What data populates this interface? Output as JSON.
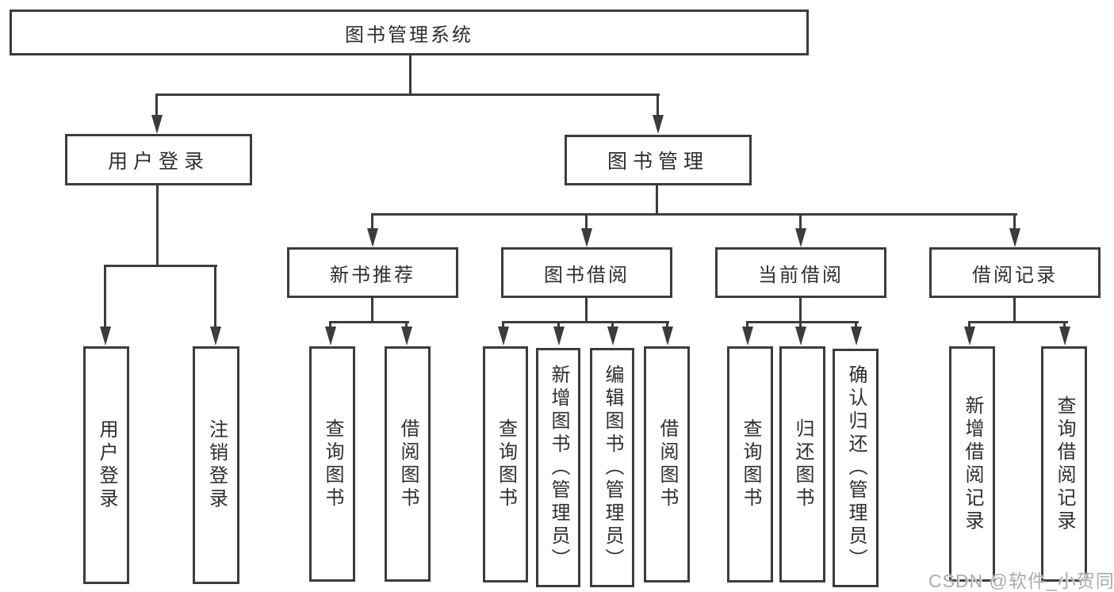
{
  "meta": {
    "diagram_type": "hierarchy"
  },
  "theme": {
    "background": "#ffffff",
    "line_color": "#3a3c3f",
    "node_fill": "#ffffff",
    "text_color": "#2e2e30",
    "watermark_color": "#a7abb0"
  },
  "watermark": {
    "text": "CSDN @软件_小贺同学"
  },
  "tree": {
    "root": {
      "label": "图书管理系统",
      "children": [
        {
          "label": "用户登录",
          "children": [
            {
              "label": "用户登录"
            },
            {
              "label": "注销登录"
            }
          ]
        },
        {
          "label": "图书管理",
          "children": [
            {
              "label": "新书推荐",
              "children": [
                {
                  "label": "查询图书"
                },
                {
                  "label": "借阅图书"
                }
              ]
            },
            {
              "label": "图书借阅",
              "children": [
                {
                  "label": "查询图书"
                },
                {
                  "label": "新增图书（管理员）"
                },
                {
                  "label": "编辑图书（管理员）"
                },
                {
                  "label": "借阅图书"
                }
              ]
            },
            {
              "label": "当前借阅",
              "children": [
                {
                  "label": "查询图书"
                },
                {
                  "label": "归还图书"
                },
                {
                  "label": "确认归还（管理员）"
                }
              ]
            },
            {
              "label": "借阅记录",
              "children": [
                {
                  "label": "新增借阅记录"
                },
                {
                  "label": "查询借阅记录"
                }
              ]
            }
          ]
        }
      ]
    }
  }
}
